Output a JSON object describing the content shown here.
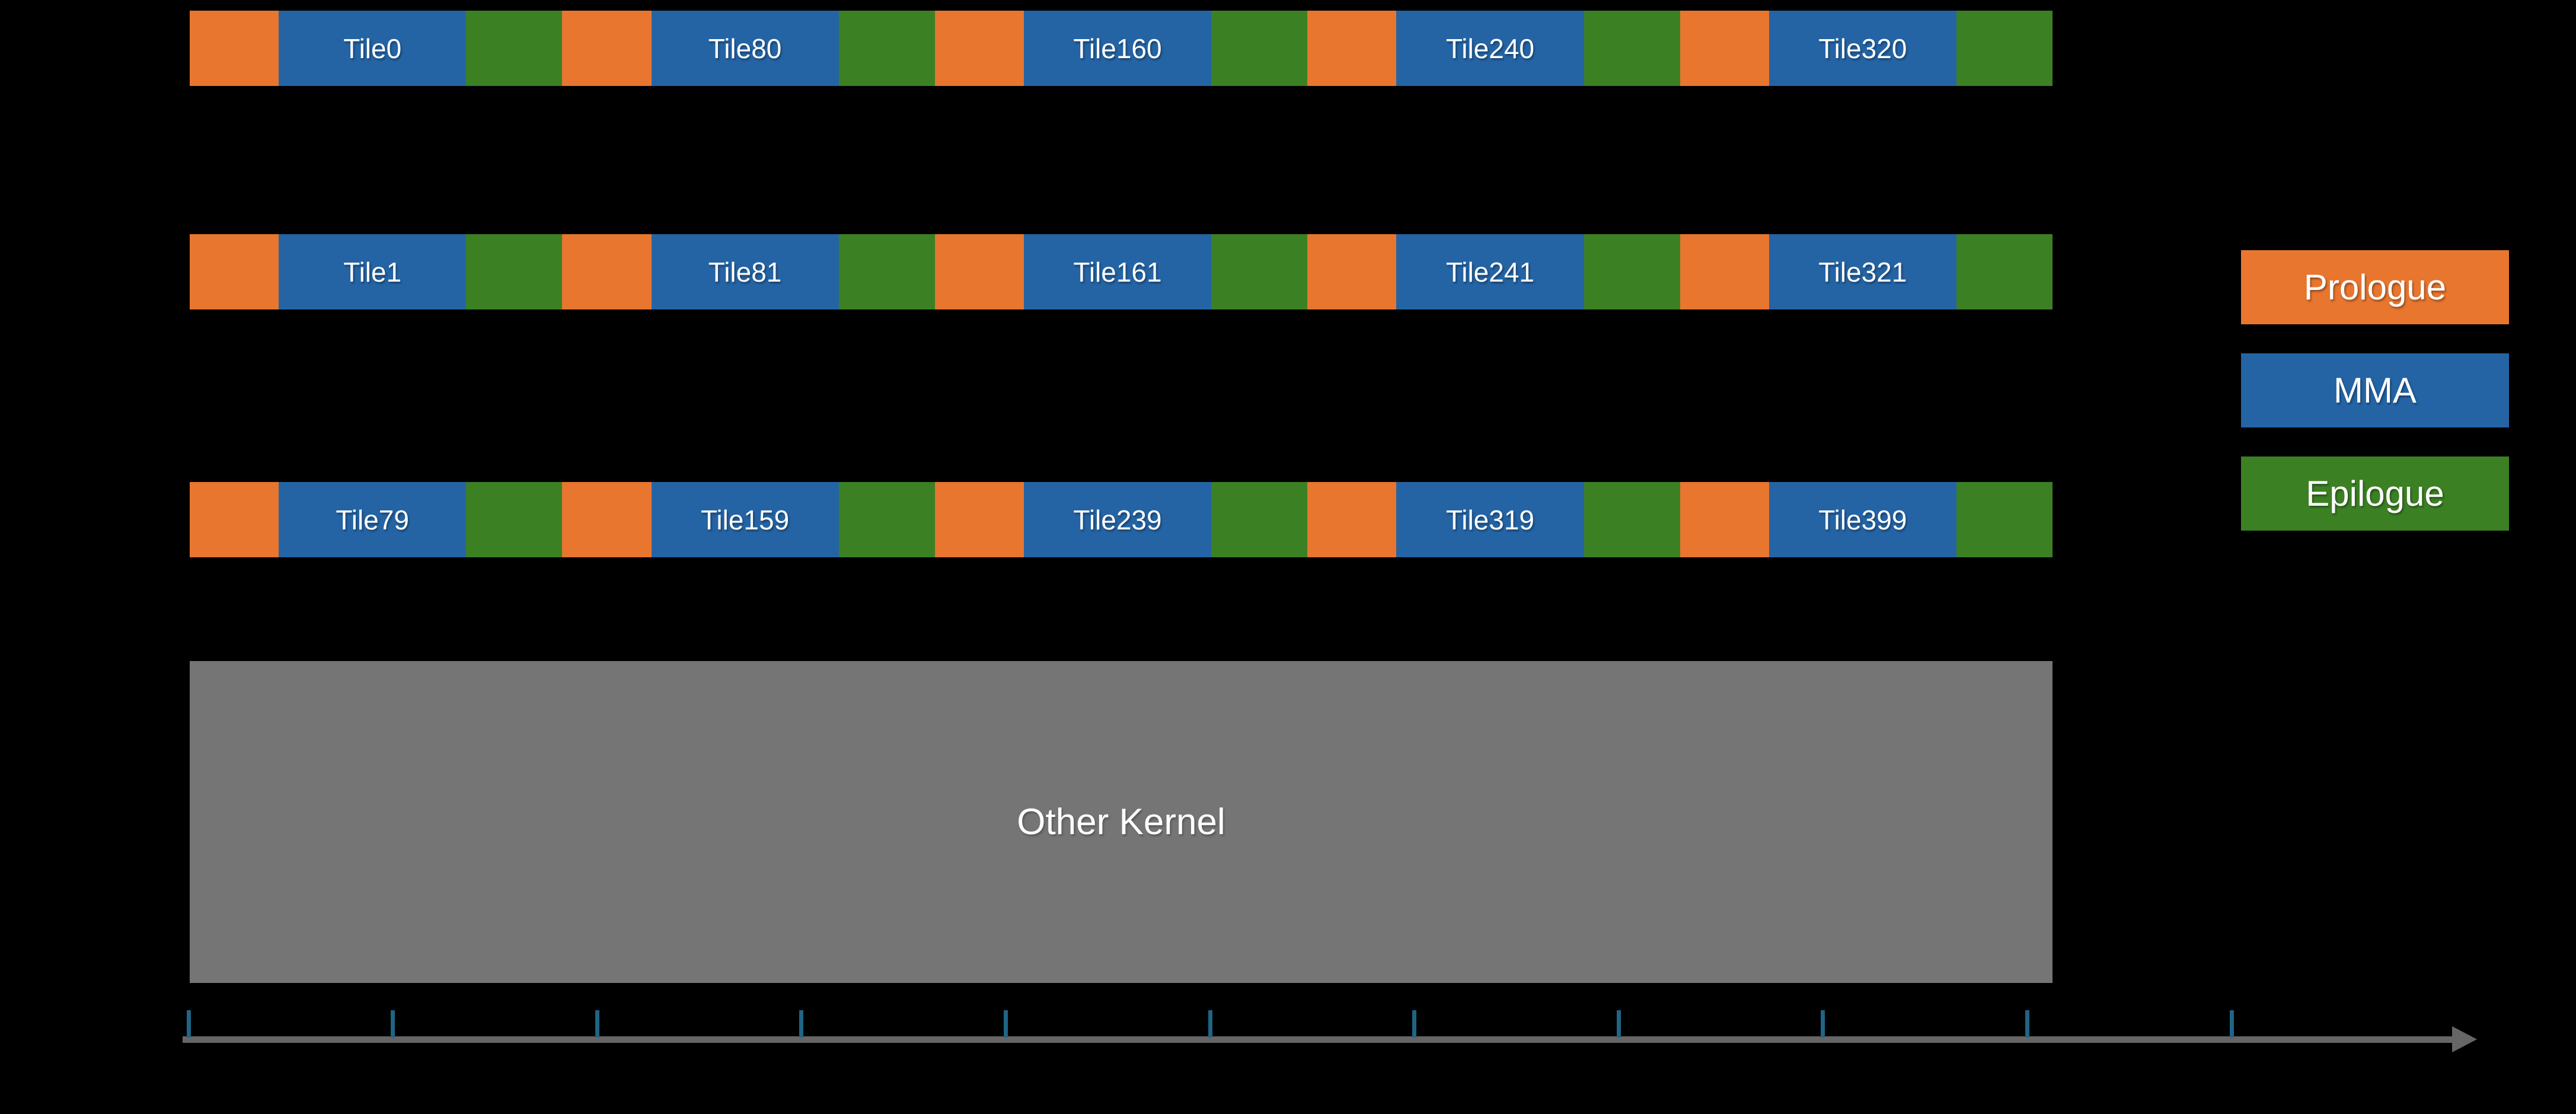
{
  "colors": {
    "background": "#000000",
    "prologue": "#E8762F",
    "mma": "#2464A5",
    "epilogue": "#3C8024",
    "other_kernel": "#757575",
    "axis": "#666666",
    "tick": "#1E6586",
    "label_text": "#FFFFFF"
  },
  "rows": [
    {
      "tiles": [
        "Tile0",
        "Tile80",
        "Tile160",
        "Tile240",
        "Tile320"
      ]
    },
    {
      "tiles": [
        "Tile1",
        "Tile81",
        "Tile161",
        "Tile241",
        "Tile321"
      ]
    },
    {
      "tiles": [
        "Tile79",
        "Tile159",
        "Tile239",
        "Tile319",
        "Tile399"
      ]
    }
  ],
  "segment_legend_keys": [
    "prologue",
    "mma",
    "epilogue"
  ],
  "other_kernel": {
    "label": "Other Kernel"
  },
  "legend": {
    "items": [
      {
        "label": "Prologue",
        "color": "#E8762F"
      },
      {
        "label": "MMA",
        "color": "#2464A5"
      },
      {
        "label": "Epilogue",
        "color": "#3C8024"
      }
    ]
  },
  "timeline": {
    "tick_count": 11,
    "first_tick_x": 318,
    "tick_spacing": 344.6
  }
}
